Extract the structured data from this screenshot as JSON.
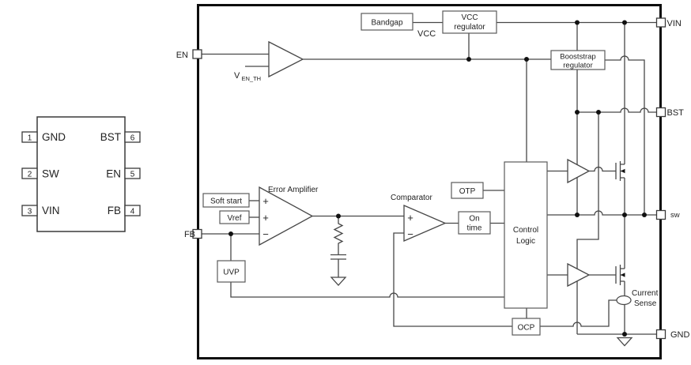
{
  "package": {
    "left_pins": [
      {
        "number": "1",
        "label": "GND"
      },
      {
        "number": "2",
        "label": "SW"
      },
      {
        "number": "3",
        "label": "VIN"
      }
    ],
    "right_pins": [
      {
        "number": "6",
        "label": "BST"
      },
      {
        "number": "5",
        "label": "EN"
      },
      {
        "number": "4",
        "label": "FB"
      }
    ]
  },
  "diagram": {
    "pins": {
      "en": "EN",
      "fb": "FB",
      "vin": "VIN",
      "bst": "BST",
      "sw": "sw",
      "gnd": "GND"
    },
    "blocks": {
      "bandgap": "Bandgap",
      "vcc_regulator": [
        "VCC",
        "regulator"
      ],
      "bootstrap_regulator": [
        "Booststrap",
        "regulator"
      ],
      "soft_start": "Soft start",
      "vref": "Vref",
      "uvp": "UVP",
      "otp": "OTP",
      "on_time": [
        "On",
        "time"
      ],
      "control_logic": [
        "Control",
        "Logic"
      ],
      "ocp": "OCP"
    },
    "labels": {
      "vcc_net": "VCC",
      "en_threshold_base": "V",
      "en_threshold_sub": "EN_TH",
      "error_amplifier": "Error Amplifier",
      "comparator": "Comparator",
      "current_sense": [
        "Current",
        "Sense"
      ],
      "plus": "+",
      "minus": "−"
    }
  }
}
